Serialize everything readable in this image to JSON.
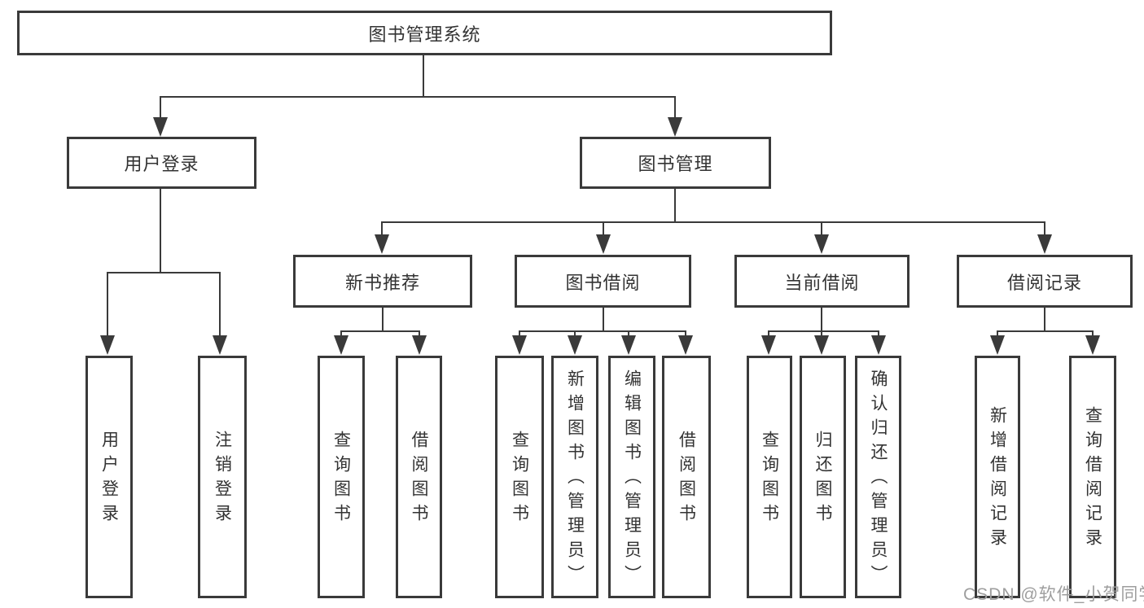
{
  "root": {
    "label": "图书管理系统"
  },
  "level1": {
    "user_login": {
      "label": "用户登录"
    },
    "book_mgmt": {
      "label": "图书管理"
    }
  },
  "level2": {
    "new_books": {
      "label": "新书推荐"
    },
    "borrow": {
      "label": "图书借阅"
    },
    "current": {
      "label": "当前借阅"
    },
    "records": {
      "label": "借阅记录"
    }
  },
  "leaves": {
    "user_login_1": "用户登录",
    "user_login_2": "注销登录",
    "new_books_1": "查询图书",
    "new_books_2": "借阅图书",
    "borrow_1": "查询图书",
    "borrow_2": "新增图书（管理员）",
    "borrow_3": "编辑图书（管理员）",
    "borrow_4": "借阅图书",
    "current_1": "查询图书",
    "current_2": "归还图书",
    "current_3": "确认归还（管理员）",
    "records_1": "新增借阅记录",
    "records_2": "查询借阅记录"
  },
  "watermark": "CSDN @软件_小贺同学",
  "colors": {
    "line": "#3a3a3a",
    "text": "#333333",
    "watermark": "#9e9e9e",
    "background": "#ffffff"
  }
}
